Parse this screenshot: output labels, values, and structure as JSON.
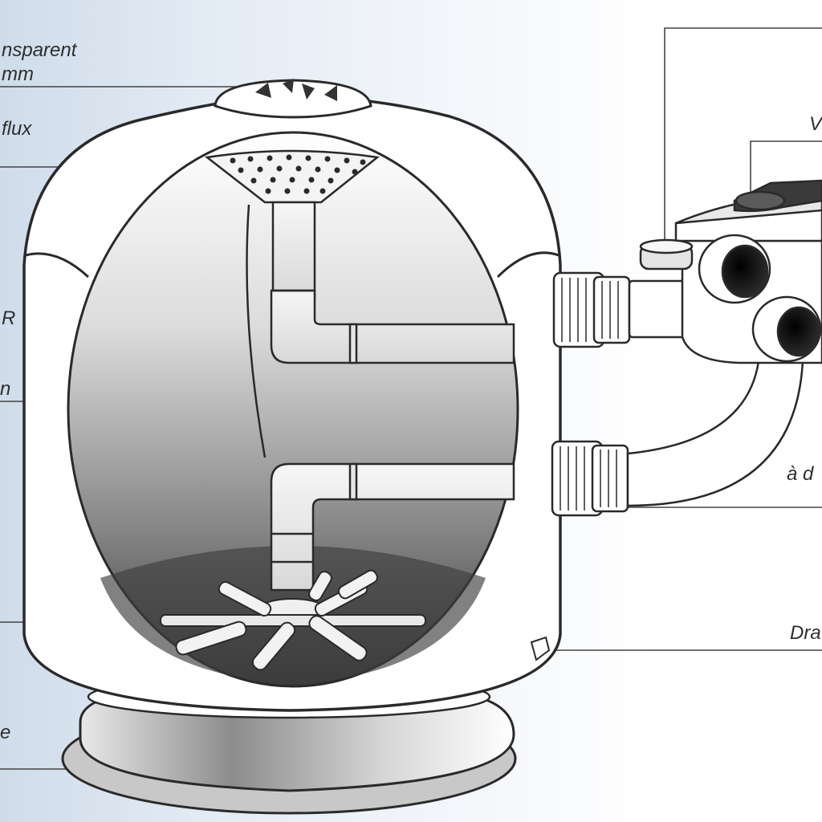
{
  "labels": {
    "transparent_line1": "nsparent",
    "transparent_line2": "mm",
    "diffuser": "flux",
    "r": "R",
    "body": "n",
    "base": "e",
    "valve": "V",
    "drain_outlet": "à d",
    "drain": "Dra"
  },
  "colors": {
    "outline": "#2a2a2a",
    "tank_fill": "#ffffff",
    "interior_dark": "#3e3e3e",
    "interior_light": "#f2f2f2",
    "background": "#dde7f1"
  }
}
